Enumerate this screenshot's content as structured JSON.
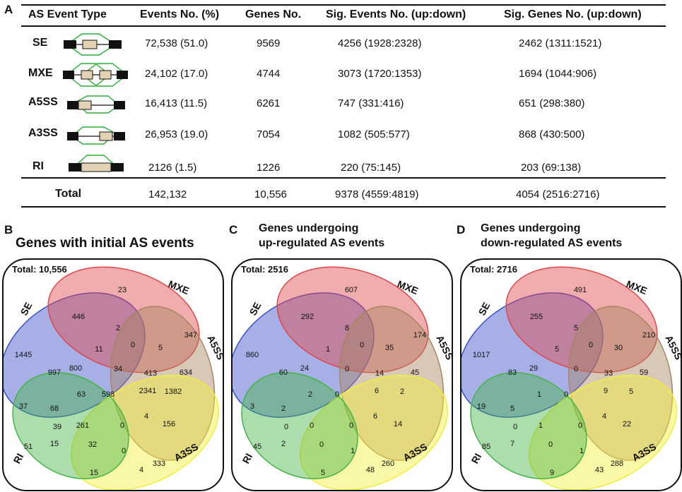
{
  "panel_a": {
    "letter": "A",
    "headers": [
      "AS Event Type",
      "Events No. (%)",
      "Genes No.",
      "Sig. Events No. (up:down)",
      "Sig. Genes No. (up:down)"
    ],
    "rows": [
      {
        "type": "SE",
        "events": "72,538 (51.0)",
        "genes": "9569",
        "sig_events": "4256 (1928:2328)",
        "sig_genes": "2462 (1311:1521)"
      },
      {
        "type": "MXE",
        "events": "24,102 (17.0)",
        "genes": "4744",
        "sig_events": "3073 (1720:1353)",
        "sig_genes": "1694 (1044:906)"
      },
      {
        "type": "A5SS",
        "events": "16,413 (11.5)",
        "genes": "6261",
        "sig_events": "747 (331:416)",
        "sig_genes": "651 (298:380)"
      },
      {
        "type": "A3SS",
        "events": "26,953 (19.0)",
        "genes": "7054",
        "sig_events": "1082 (505:577)",
        "sig_genes": "868 (430:500)"
      },
      {
        "type": "RI",
        "events": "2126 (1.5)",
        "genes": "1226",
        "sig_events": "220 (75:145)",
        "sig_genes": "203 (69:138)"
      }
    ],
    "total": {
      "label": "Total",
      "events": "142,132",
      "genes": "10,556",
      "sig_events": "9378 (4559:4819)",
      "sig_genes": "4054 (2516:2716)"
    }
  },
  "venn_sets": [
    "SE",
    "MXE",
    "A5SS",
    "A3SS",
    "RI"
  ],
  "set_colors": {
    "SE": "#3a4fc9",
    "MXE": "#e0474a",
    "A5SS": "#a88461",
    "A3SS": "#f2ef3a",
    "RI": "#46b446"
  },
  "venn_panels": [
    {
      "letter": "B",
      "title_lines": [
        "Genes with initial AS events"
      ],
      "total": "Total: 10,556",
      "values": [
        "1445",
        "23",
        "347",
        "333",
        "51",
        "446",
        "2",
        "0",
        "5",
        "11",
        "34",
        "413",
        "634",
        "997",
        "800",
        "63",
        "2341",
        "1382",
        "37",
        "68",
        "598",
        "156",
        "39",
        "261",
        "0",
        "4",
        "15",
        "32",
        "0",
        "15",
        "4"
      ]
    },
    {
      "letter": "C",
      "title_lines": [
        "Genes undergoing",
        "up-regulated AS events"
      ],
      "total": "Total: 2516",
      "values": [
        "860",
        "607",
        "174",
        "260",
        "45",
        "292",
        "8",
        "0",
        "35",
        "1",
        "0",
        "14",
        "45",
        "60",
        "24",
        "2",
        "6",
        "2",
        "3",
        "2",
        "0",
        "14",
        "0",
        "0",
        "0",
        "6",
        "2",
        "0",
        "1",
        "5",
        "48"
      ]
    },
    {
      "letter": "D",
      "title_lines": [
        "Genes undergoing",
        "down-regulated AS events"
      ],
      "total": "Total: 2716",
      "values": [
        "1017",
        "491",
        "210",
        "288",
        "85",
        "255",
        "5",
        "0",
        "30",
        "5",
        "0",
        "33",
        "59",
        "83",
        "29",
        "1",
        "9",
        "5",
        "19",
        "5",
        "0",
        "22",
        "0",
        "1",
        "0",
        "4",
        "7",
        "0",
        "1",
        "9",
        "43"
      ]
    }
  ]
}
